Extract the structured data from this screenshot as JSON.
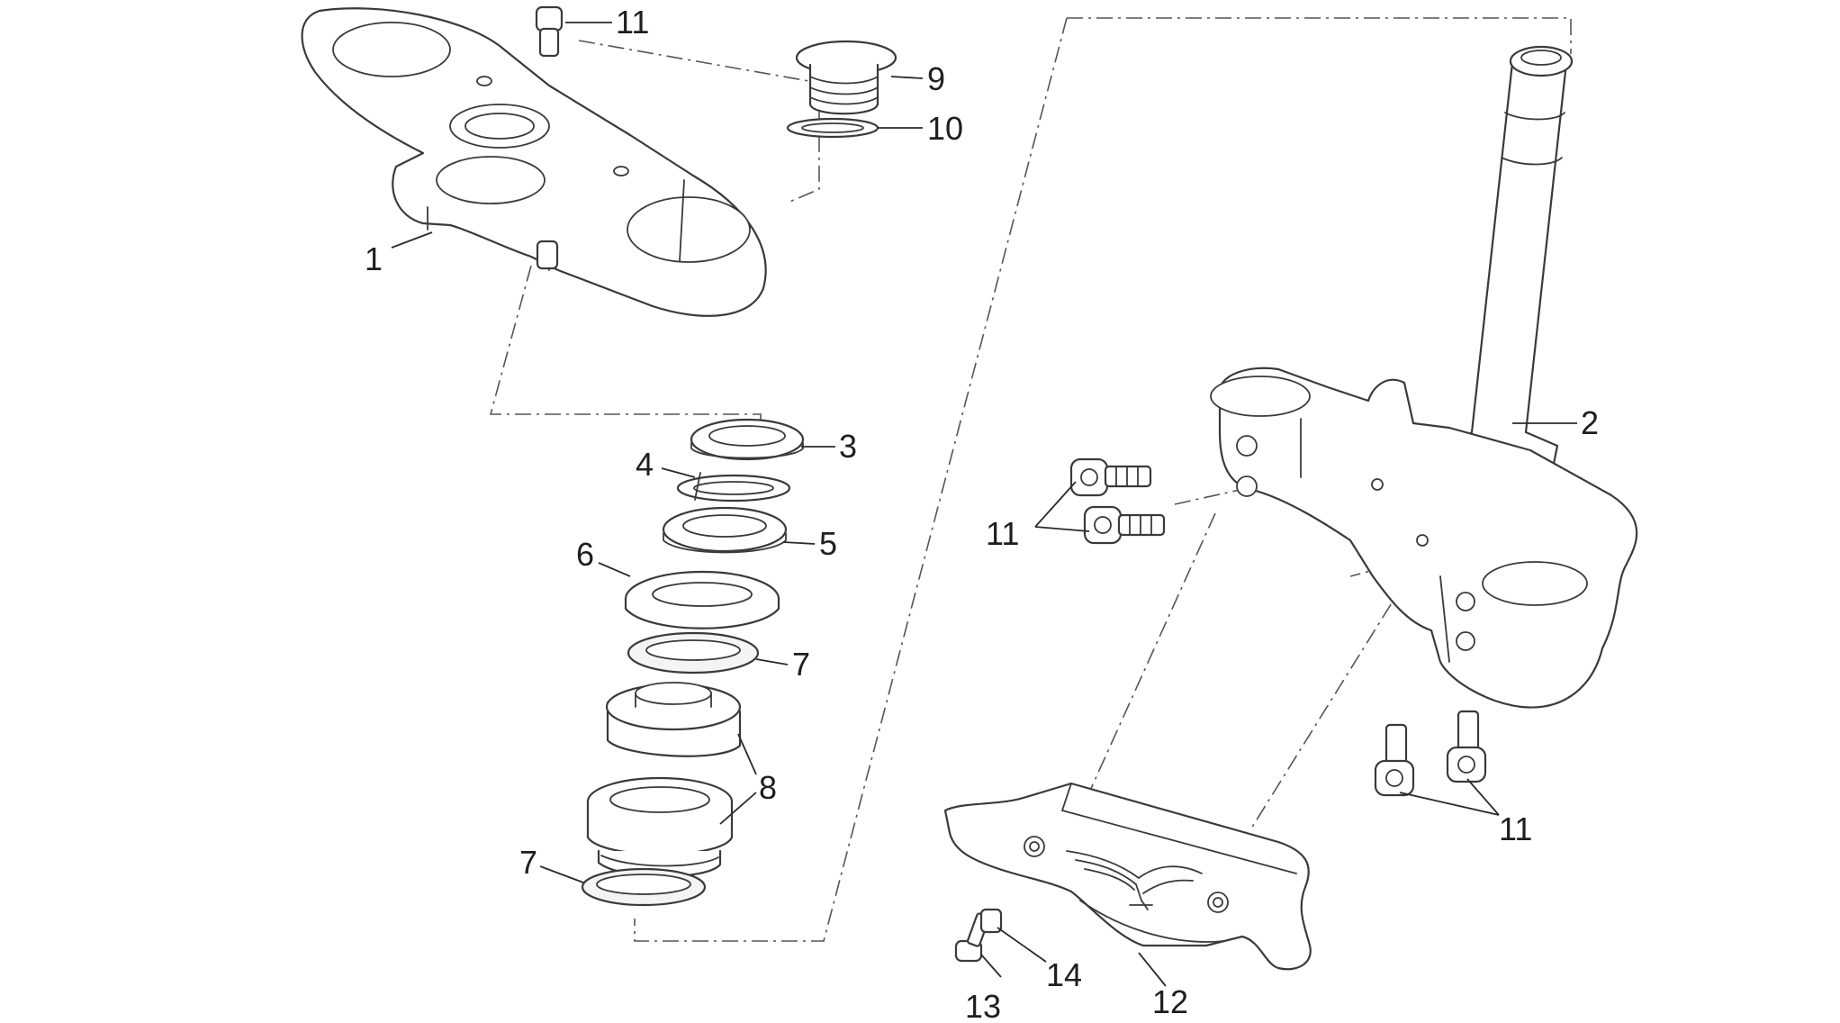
{
  "callouts": {
    "c1": "1",
    "c2": "2",
    "c3": "3",
    "c4": "4",
    "c5": "5",
    "c6": "6",
    "c7a": "7",
    "c7b": "7",
    "c8": "8",
    "c9": "9",
    "c10": "10",
    "c11a": "11",
    "c11b": "11",
    "c11c": "11",
    "c12": "12",
    "c13": "13",
    "c14": "14"
  },
  "colors": {
    "line": "#3a3a3a",
    "background": "#ffffff"
  }
}
